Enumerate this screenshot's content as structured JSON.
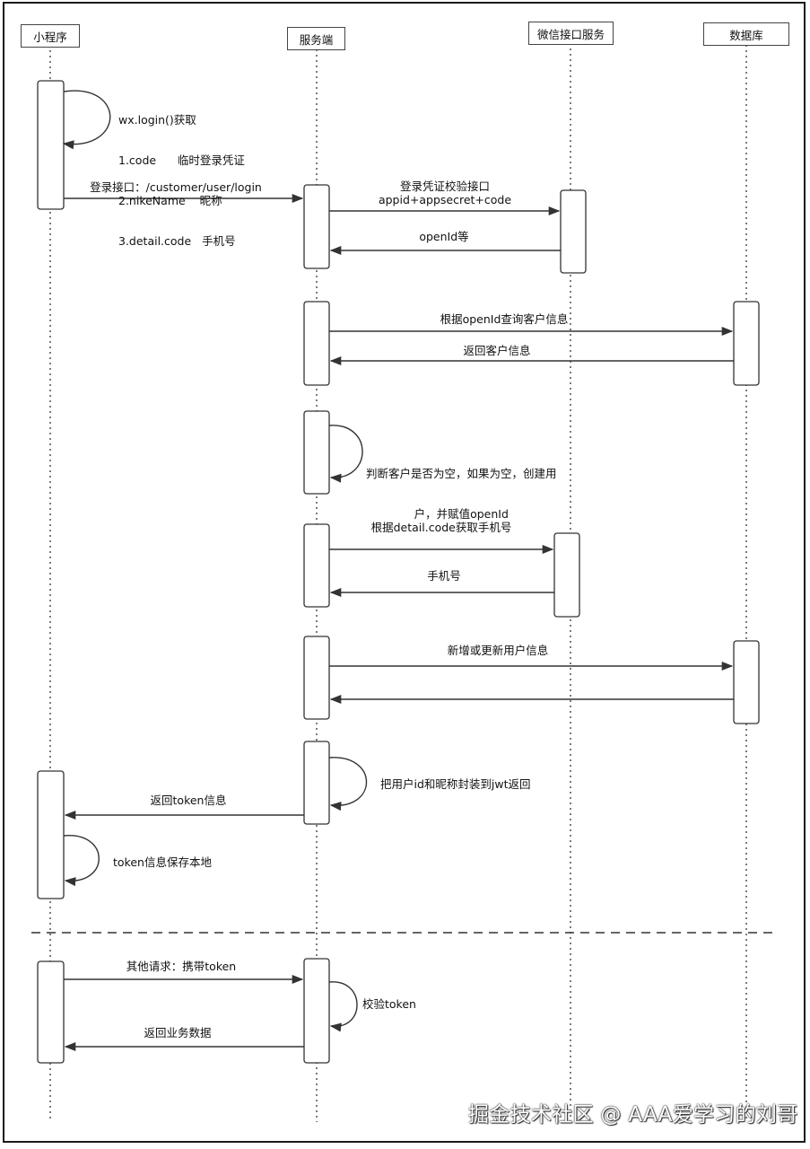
{
  "participants": [
    {
      "id": "miniapp",
      "label": "小程序"
    },
    {
      "id": "server",
      "label": "服务端"
    },
    {
      "id": "wechat",
      "label": "微信接口服务"
    },
    {
      "id": "db",
      "label": "数据库"
    }
  ],
  "notes": {
    "login_self": [
      "wx.login()获取",
      "1.code      临时登录凭证",
      "2.nikeName    昵称",
      "3.detail.code   手机号"
    ],
    "check_customer": [
      "判断客户是否为空，如果为空，创建用",
      "户，并赋值openId"
    ],
    "pack_jwt": "把用户id和昵称封装到jwt返回",
    "save_token": "token信息保存本地",
    "verify_token": "校验token"
  },
  "messages": {
    "login_api": "登录接口：/customer/user/login",
    "verify_api_line1": "登录凭证校验接口",
    "verify_api_line2": "appid+appsecret+code",
    "openid_return": "openId等",
    "query_customer": "根据openId查询客户信息",
    "return_customer": "返回客户信息",
    "get_phone": "根据detail.code获取手机号",
    "phone_return": "手机号",
    "save_user": "新增或更新用户信息",
    "return_token": "返回token信息",
    "other_request": "其他请求：携带token",
    "return_data": "返回业务数据"
  },
  "watermark": "掘金技术社区 @ AAA爱学习的刘哥",
  "colors": {
    "line": "#333333",
    "text": "#111111"
  }
}
